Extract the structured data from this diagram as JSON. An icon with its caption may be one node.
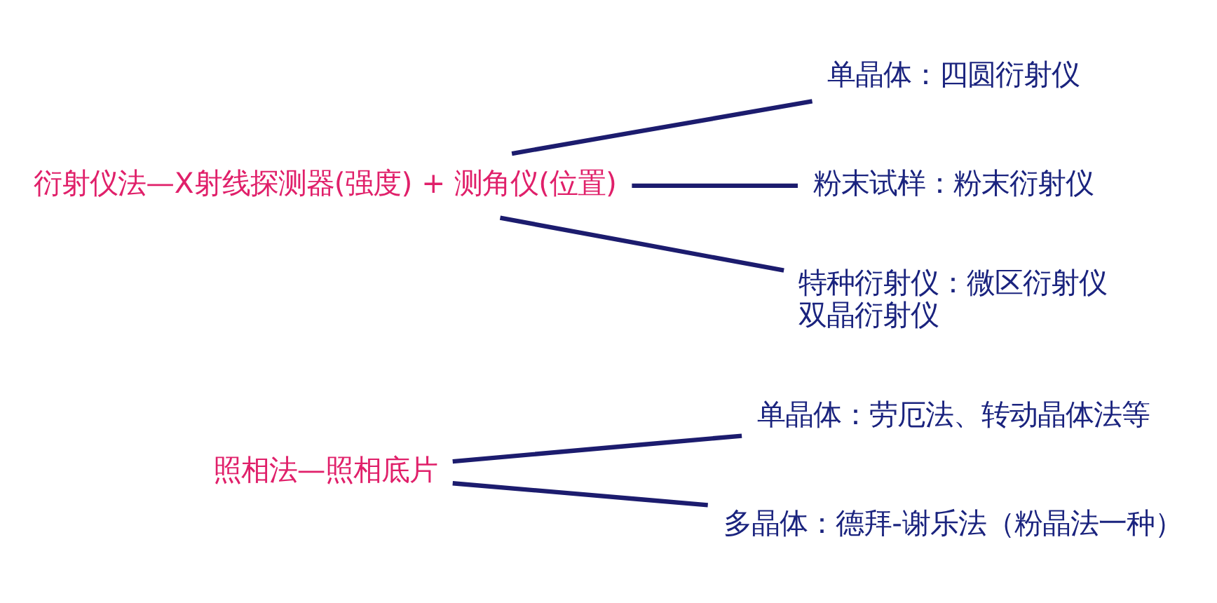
{
  "diagram": {
    "nodes": [
      {
        "text": [
          "照相法—照相底片"
        ]
      },
      {
        "text": [
          "单晶体：劳厄法、转动晶体法等"
        ]
      },
      {
        "text": [
          "多晶体：德拜-谢乐法（粉晶法一种）"
        ]
      },
      {
        "text": [
          "衍射仪法—X射线探测器(强度) + 测角仪(位置)"
        ]
      },
      {
        "text": [
          "单晶体：四圆衍射仪"
        ]
      },
      {
        "text": [
          "粉末试样：粉末衍射仪"
        ]
      },
      {
        "text": [
          "特种衍射仪：微区衍射仪",
          "双晶衍射仪"
        ]
      }
    ],
    "edges": [
      {
        "from": 0,
        "to": 1,
        "arrow": "none"
      },
      {
        "from": 0,
        "to": 2,
        "arrow": "none"
      },
      {
        "from": 3,
        "to": 4,
        "arrow": "none"
      },
      {
        "from": 3,
        "to": 5,
        "arrow": "none"
      },
      {
        "from": 3,
        "to": 6,
        "arrow": "none"
      }
    ]
  }
}
